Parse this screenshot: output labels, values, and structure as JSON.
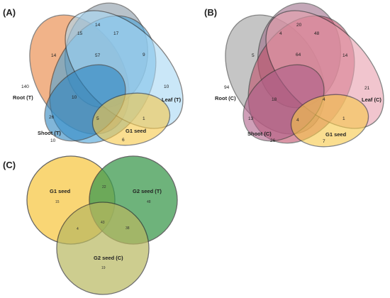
{
  "panels": {
    "A": {
      "label": "(A)",
      "sets": {
        "root": {
          "name": "Root (T)",
          "color": "#E8823C"
        },
        "top": {
          "name": "",
          "color": "#8A9BA8"
        },
        "mid": {
          "name": "",
          "color": "#4AA3D8"
        },
        "leaf": {
          "name": "Leaf (T)",
          "color": "#A8D8F5"
        },
        "shoot": {
          "name": "Shoot (T)",
          "color": "#2E86C1"
        },
        "g1": {
          "name": "G1 seed",
          "color": "#F7C948"
        }
      },
      "counts": {
        "root_only": "140",
        "top_only": "14",
        "root_top": "15",
        "top_mid": "17",
        "root_mid": "14",
        "center": "57",
        "right_mid": "9",
        "leaf_only": "10",
        "left_center": "10",
        "shoot_root": "26",
        "lower_center": "5",
        "leaf_g1": "1",
        "shoot_only": "10",
        "g1_only": "6"
      }
    },
    "B": {
      "label": "(B)",
      "sets": {
        "root": {
          "name": "Root (C)",
          "color": "#A0A0A0"
        },
        "top": {
          "name": "",
          "color": "#9E6E8A"
        },
        "mid": {
          "name": "",
          "color": "#C0506A"
        },
        "leaf": {
          "name": "Leaf (C)",
          "color": "#E8A0AE"
        },
        "shoot": {
          "name": "Shoot (C)",
          "color": "#B0608A"
        },
        "g1": {
          "name": "G1 seed",
          "color": "#F7C948"
        }
      },
      "counts": {
        "root_only": "94",
        "top_only": "20",
        "root_top": "4",
        "top_mid": "48",
        "root_mid": "5",
        "center": "64",
        "right_mid": "14",
        "leaf_only": "21",
        "left_center": "18",
        "right_center": "4",
        "shoot_root": "13",
        "lower_center": "4",
        "leaf_g1": "1",
        "shoot_only": "26",
        "g1_only": "7"
      }
    },
    "C": {
      "label": "(C)",
      "sets": {
        "g1": {
          "name": "G1 seed",
          "color": "#F7C948"
        },
        "g2t": {
          "name": "G2 seed (T)",
          "color": "#3E9A50"
        },
        "g2c": {
          "name": "G2 seed (C)",
          "color": "#B8B860"
        }
      },
      "counts": {
        "g1_only": "15",
        "g2t_only": "48",
        "g1_g2t": "22",
        "g1_g2c": "4",
        "all": "43",
        "g2t_g2c": "38",
        "g2c_only": "19"
      }
    }
  }
}
